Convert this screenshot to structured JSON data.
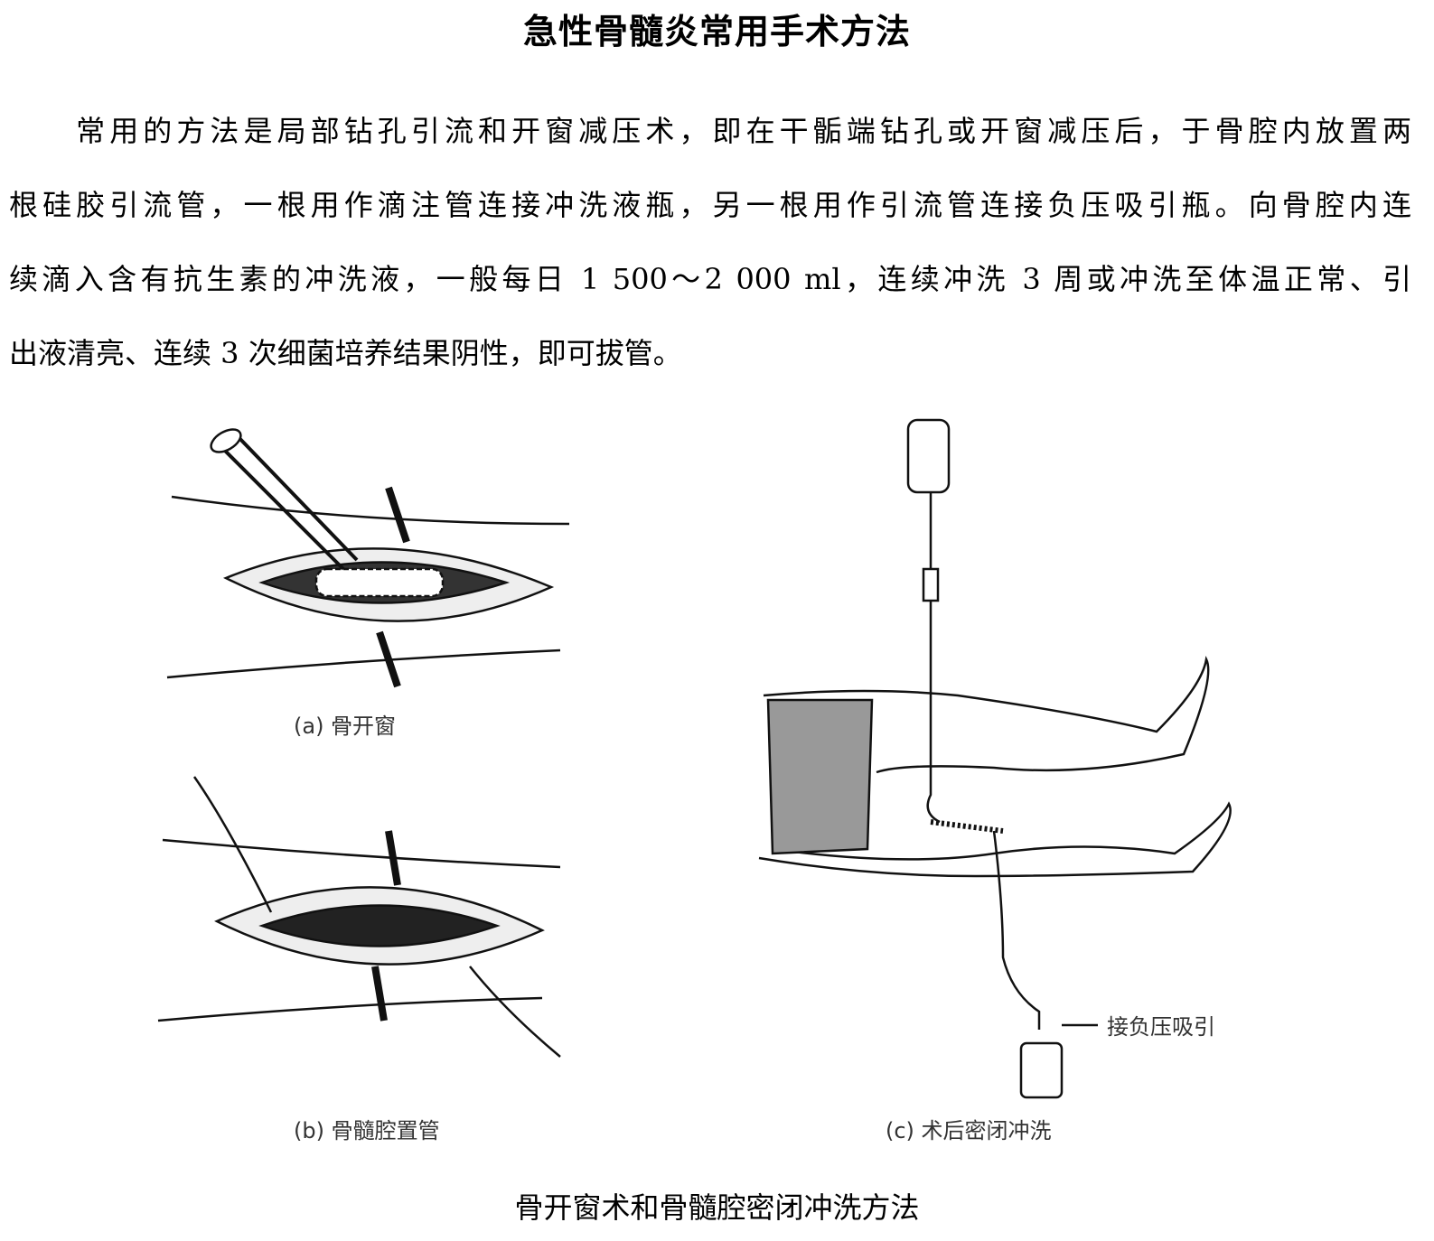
{
  "title": "急性骨髓炎常用手术方法",
  "paragraph_lines": [
    "　　常用的方法是局部钻孔引流和开窗减压术，即在干骺端钻孔或开窗减压后，于骨腔内放置两",
    "根硅胶引流管，一根用作滴注管连接冲洗液瓶，另一根用作引流管连接负压吸引瓶。向骨腔内连",
    "续滴入含有抗生素的冲洗液，一般每日 1 500～2 000 ml，连续冲洗 3 周或冲洗至体温正常、引",
    "出液清亮、连续 3 次细菌培养结果阴性，即可拔管。"
  ],
  "figure": {
    "panel_a": "(a) 骨开窗",
    "panel_b": "(b) 骨髓腔置管",
    "panel_c": "(c) 术后密闭冲洗",
    "suction_label": "接负压吸引"
  },
  "caption": "骨开窗术和骨髓腔密闭冲洗方法"
}
